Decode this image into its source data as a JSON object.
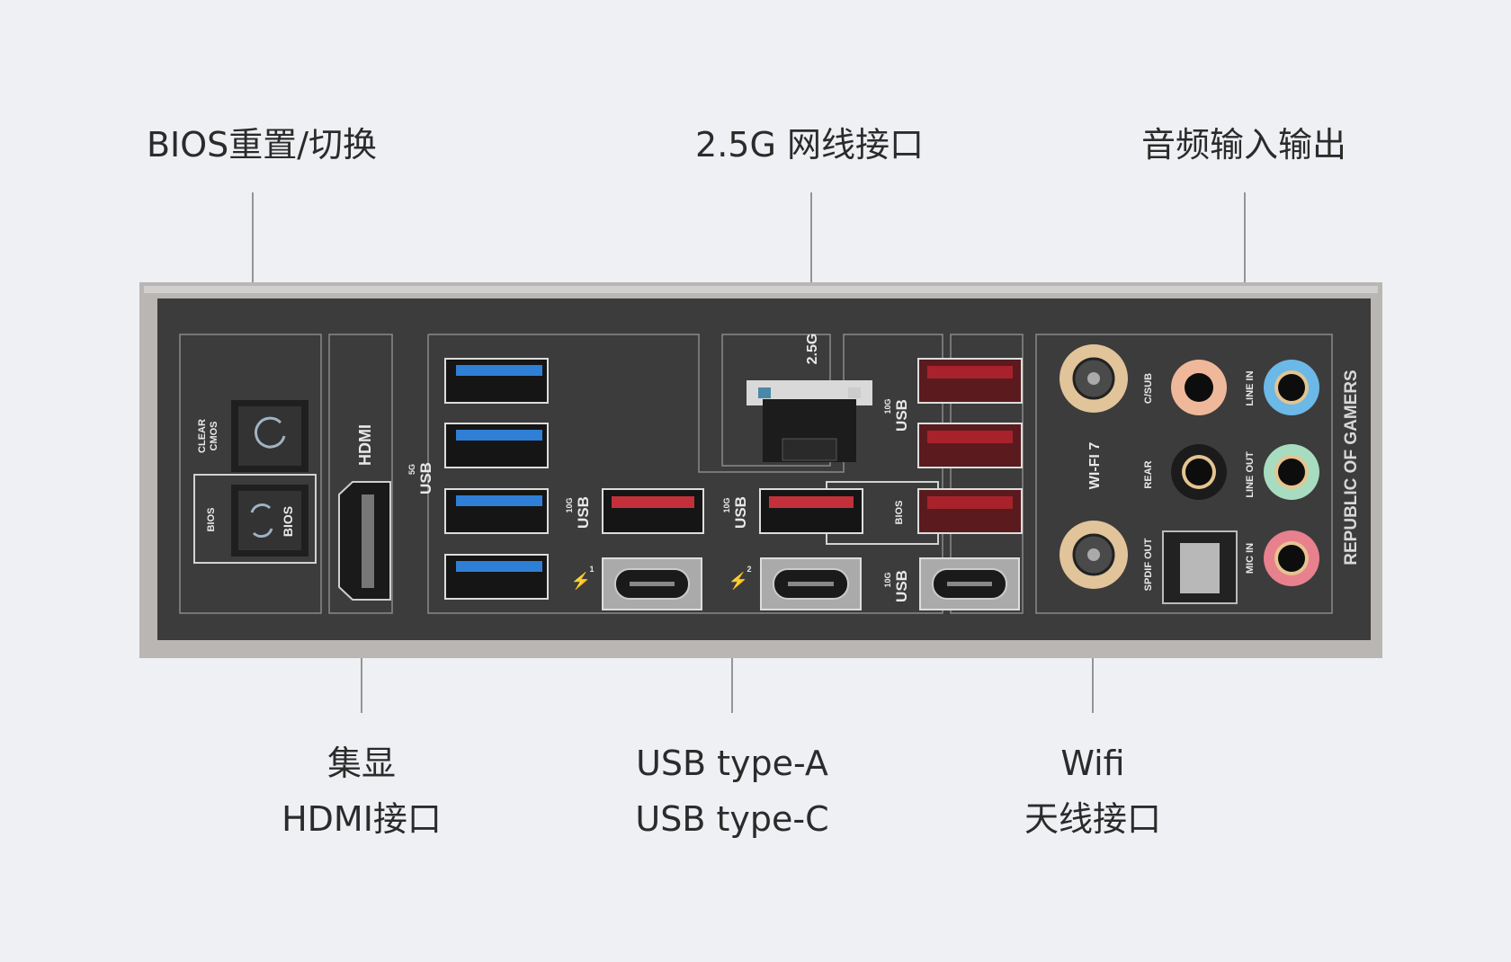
{
  "callouts": {
    "bios": "BIOS重置/切换",
    "lan": "2.5G 网线接口",
    "audio": "音频输入输出",
    "hdmi": [
      "集显",
      "HDMI接口"
    ],
    "usb": [
      "USB type-A",
      "USB type-C"
    ],
    "wifi": [
      "Wifi",
      "天线接口"
    ]
  },
  "panel": {
    "clear_cmos": [
      "CLEAR",
      "CMOS"
    ],
    "bios_small": "BIOS",
    "bios_button": "BIOS",
    "hdmi": "HDMI",
    "usb5g": [
      "5G",
      "USB"
    ],
    "usb10g": [
      "10G",
      "USB"
    ],
    "lan": "2.5G",
    "tb1": "1",
    "tb2": "2",
    "wifi": "WI-FI 7",
    "audio": [
      "C/SUB",
      "REAR",
      "SPDIF OUT",
      "LINE IN",
      "LINE OUT",
      "MIC IN"
    ],
    "brand": "REPUBLIC OF GAMERS"
  },
  "colors": {
    "background": "#eef0f3",
    "panel": "#3c3c3c",
    "usb_blue": "#2f7fd6",
    "usb_red": "#a8222b"
  }
}
